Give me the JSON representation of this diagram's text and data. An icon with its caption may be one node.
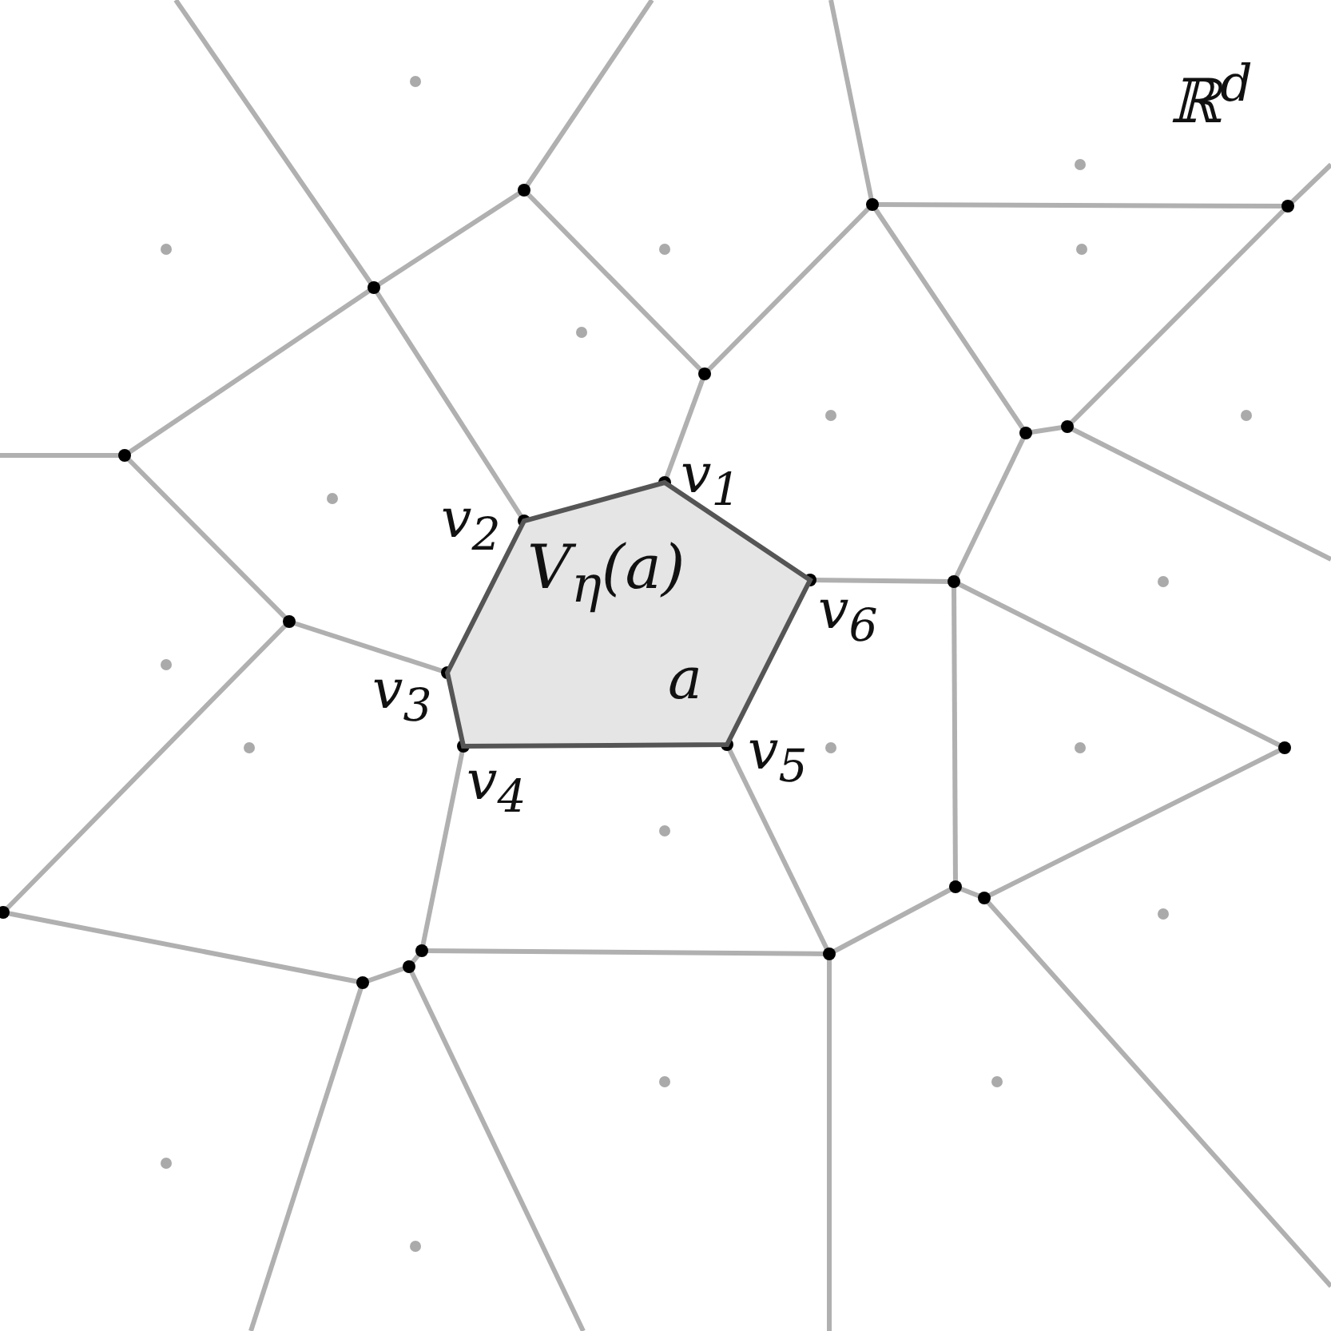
{
  "diagram": {
    "nodes": [
      {
        "text": [
          "V$_{η}$(a)",
          "a"
        ]
      }
    ],
    "labels": [
      "ℝ$^{d}$",
      "v$_{1}$",
      "v$_{2}$",
      "v$_{6}$",
      "v$_{3}$",
      "v$_{5}$",
      "v$_{4}$"
    ]
  }
}
